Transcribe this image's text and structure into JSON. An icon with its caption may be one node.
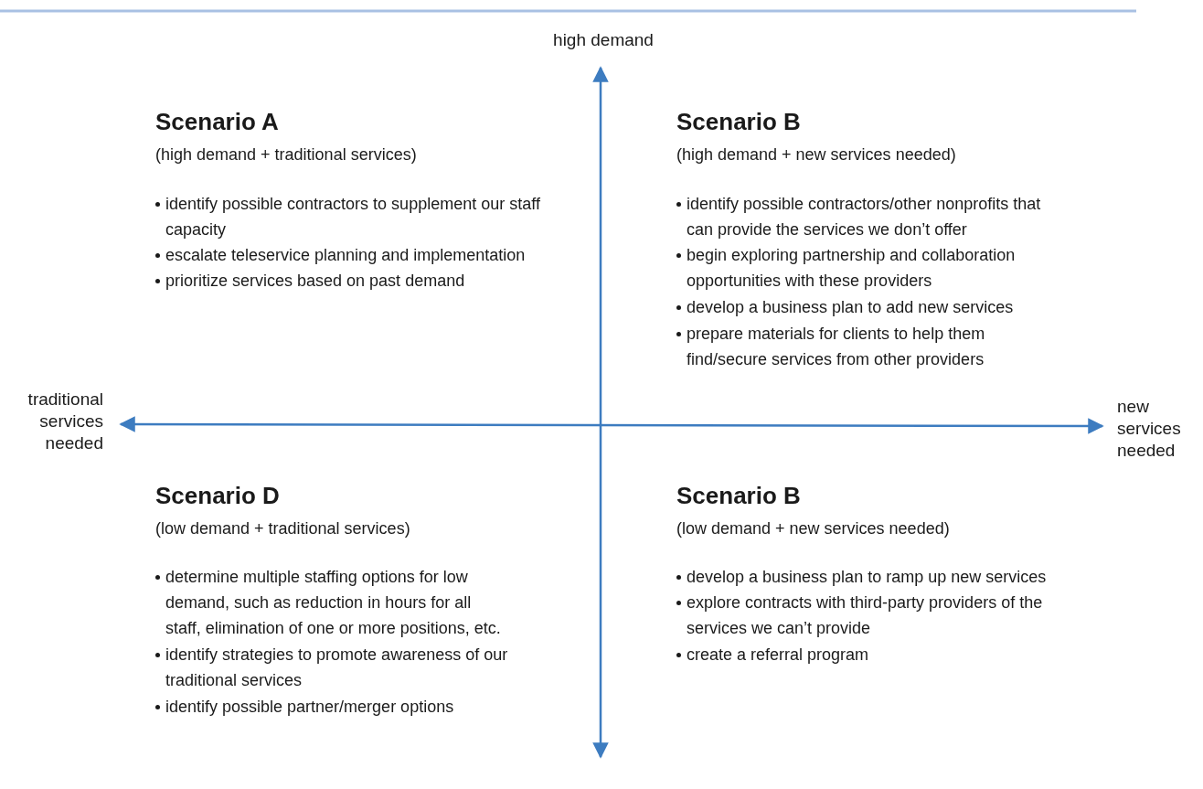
{
  "diagram": {
    "labels": [
      "high demand",
      "Scenario A",
      "(high demand + traditional services)",
      "identify possible contractors to supplement our staff capacity",
      "escalate teleservice planning and implementation",
      "prioritize services based on past demand",
      "Scenario B",
      "(high demand + new services needed)",
      "identify possible contractors/other nonprofits that can provide the services we don’t offer",
      "begin exploring partnership and collaboration opportunities with these providers",
      "develop a business plan to add new services",
      "prepare materials for clients to help them find/secure services from other providers",
      "traditional services needed",
      "new services needed",
      "Scenario D",
      "(low demand + traditional services)",
      "determine multiple staffing options for low demand, such as reduction in hours for all staff, elimination of one or more positions, etc.",
      "identify strategies to promote awareness of our traditional services",
      "identify possible partner/merger options",
      "Scenario B",
      "(low demand + new services needed)",
      "develop a business plan to ramp up new services",
      "explore contracts with third-party providers of the services we can’t provide",
      "create a referral program"
    ]
  }
}
